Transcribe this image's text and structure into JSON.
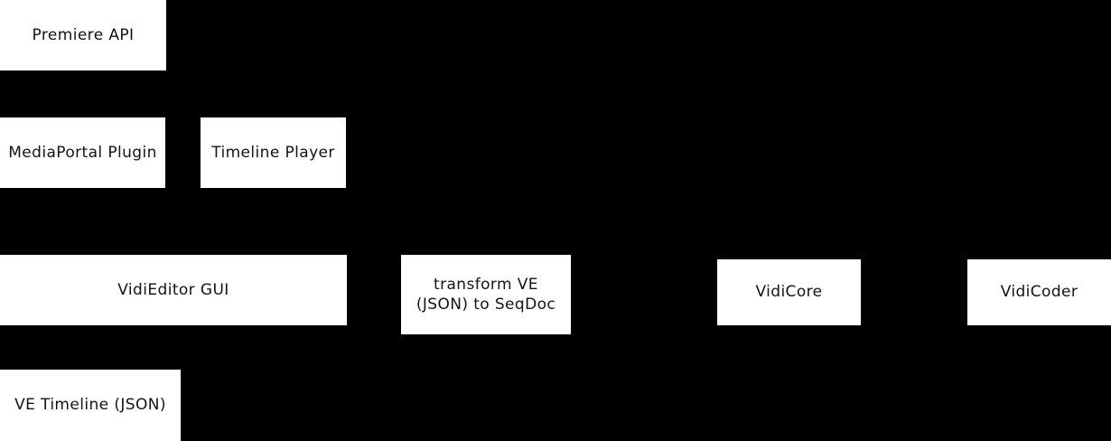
{
  "diagram": {
    "background_color": "#000000",
    "node_fill_color": "#ffffff",
    "node_text_color": "#141414",
    "nodes": [
      {
        "id": "premiere-api",
        "label": "Premiere API"
      },
      {
        "id": "mediaportal-plugin",
        "label": "MediaPortal Plugin"
      },
      {
        "id": "timeline-player",
        "label": "Timeline Player"
      },
      {
        "id": "vidieditor-gui",
        "label": "VidiEditor GUI"
      },
      {
        "id": "transform-ve",
        "label": "transform VE\n(JSON) to SeqDoc"
      },
      {
        "id": "vidicore",
        "label": "VidiCore"
      },
      {
        "id": "vidicoder",
        "label": "VidiCoder"
      },
      {
        "id": "ve-timeline-json",
        "label": "VE Timeline (JSON)"
      }
    ]
  }
}
